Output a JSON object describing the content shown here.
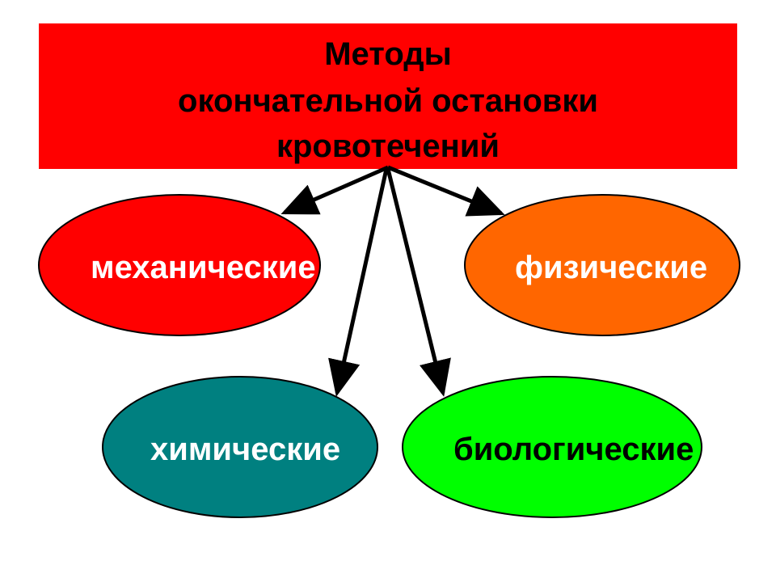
{
  "title": {
    "lines": [
      "Методы",
      "окончательной остановки",
      "кровотечений"
    ],
    "fill": "#FF0000"
  },
  "nodes": [
    {
      "id": "mechanical",
      "label": "механические",
      "fill": "#FF0000",
      "text_color": "#FFFFFF"
    },
    {
      "id": "physical",
      "label": "физические",
      "fill": "#FF6600",
      "text_color": "#FFFFFF"
    },
    {
      "id": "chemical",
      "label": "химические",
      "fill": "#008080",
      "text_color": "#FFFFFF"
    },
    {
      "id": "biological",
      "label": "биологические",
      "fill": "#00FF00",
      "text_color": "#000000"
    }
  ],
  "edge_color": "#000000"
}
